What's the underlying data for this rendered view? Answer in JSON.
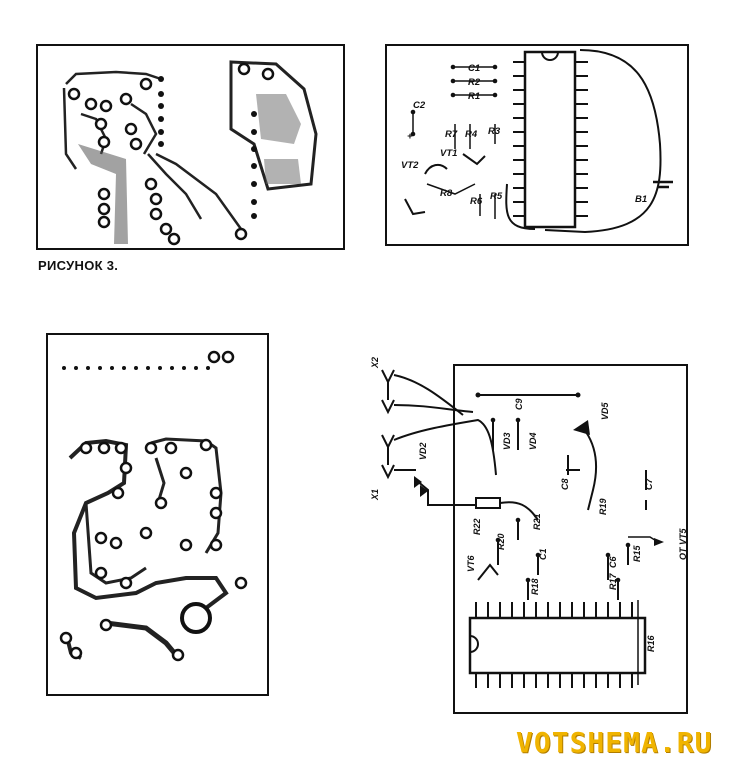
{
  "caption": "РИСУНОК  3.",
  "watermark": "VOTSHEMA.RU",
  "schematic_top": {
    "capacitors": [
      "C1",
      "C2"
    ],
    "resistors": [
      "R1",
      "R2",
      "R3",
      "R4",
      "R5",
      "R6",
      "R7",
      "R8"
    ],
    "transistors": [
      "VT1",
      "VT2"
    ],
    "battery": "B1",
    "polarity": "+"
  },
  "schematic_bottom": {
    "connectors": [
      "X1",
      "X2"
    ],
    "capacitors": [
      "C1",
      "C6",
      "C7",
      "C8",
      "C9"
    ],
    "resistors": [
      "R15",
      "R16",
      "R17",
      "R18",
      "R19",
      "R20",
      "R21",
      "R22"
    ],
    "diodes": [
      "VD2",
      "VD3",
      "VD4",
      "VD5"
    ],
    "transistor": "VT6",
    "ext_label": "OT VT5"
  }
}
